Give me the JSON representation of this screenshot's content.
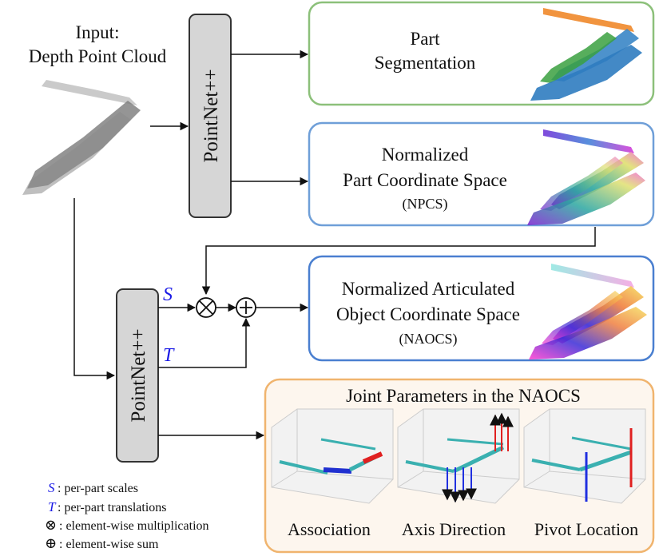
{
  "input": {
    "line1": "Input:",
    "line2": "Depth Point Cloud"
  },
  "network": {
    "top_label": "PointNet++",
    "bottom_label": "PointNet++"
  },
  "outputs": {
    "part_seg": {
      "line1": "Part",
      "line2": "Segmentation"
    },
    "npcs": {
      "line1": "Normalized",
      "line2": "Part Coordinate Space",
      "line3": "(NPCS)"
    },
    "naocs": {
      "line1": "Normalized Articulated",
      "line2": "Object Coordinate Space",
      "line3": "(NAOCS)"
    },
    "joint": {
      "title": "Joint Parameters in the NAOCS",
      "panels": [
        "Association",
        "Axis Direction",
        "Pivot Location"
      ]
    }
  },
  "ops": {
    "scale_symbol": "S",
    "translation_symbol": "T",
    "multiply_symbol": "⊗",
    "sum_symbol": "⊕"
  },
  "legend": [
    {
      "symbol": "S",
      "text": ": per-part scales"
    },
    {
      "symbol": "T",
      "text": ": per-part translations"
    },
    {
      "symbol": "⊗",
      "text": ": element-wise multiplication"
    },
    {
      "symbol": "⊕",
      "text": ": element-wise sum"
    }
  ],
  "colors": {
    "green_box": "#8cc07a",
    "blue_box": "#6f9fd8",
    "blue_box_dark": "#4a7fd0",
    "orange_box": "#f0b46e",
    "orange_fill": "#fdf6ee",
    "pointnet_fill": "#d6d6d6",
    "symbol_blue": "#1a1ae6"
  }
}
